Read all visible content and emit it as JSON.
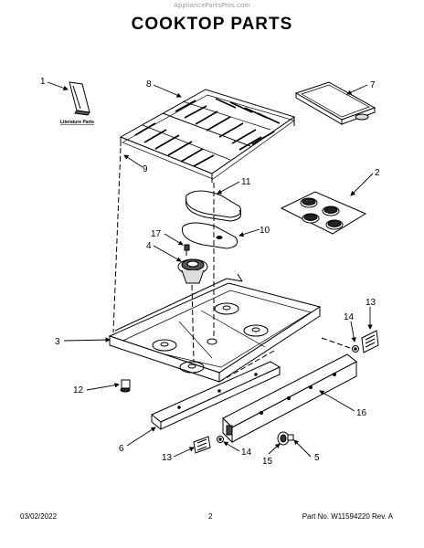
{
  "header": {
    "watermark": "AppliancePartsPros.com",
    "title": "COOKTOP PARTS"
  },
  "callouts": {
    "c1": "1",
    "c2": "2",
    "c3": "3",
    "c4": "4",
    "c5": "5",
    "c6": "6",
    "c7": "7",
    "c8": "8",
    "c9": "9",
    "c10": "10",
    "c11": "11",
    "c12": "12",
    "c13a": "13",
    "c13b": "13",
    "c14a": "14",
    "c14b": "14",
    "c15": "15",
    "c16": "16",
    "c17": "17"
  },
  "literature_label": "Literature Parts",
  "footer": {
    "date": "03/02/2022",
    "page": "2",
    "part_no": "Part No. W11594220  Rev. A"
  }
}
